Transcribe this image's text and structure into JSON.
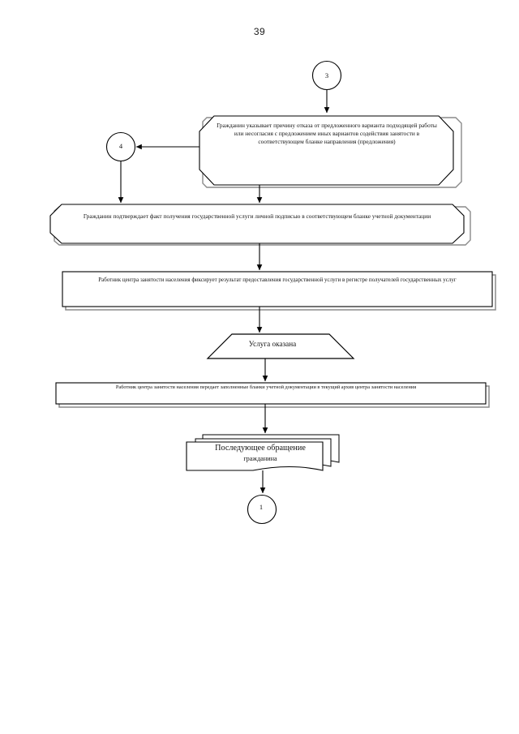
{
  "page": {
    "number": "39"
  },
  "diagram": {
    "type": "flowchart",
    "orientation": "top-to-bottom",
    "nodes": [
      {
        "id": "connector-3",
        "shape": "circle",
        "label": "3",
        "role": "off-page-connector-in"
      },
      {
        "id": "step-refusal-reason",
        "shape": "octagon",
        "text": "Гражданин указывает причину отказа от предложенного варианта подходящей работы или несогласия с предложением иных вариантов содействия занятости в соответствующем бланке направления (предложения)"
      },
      {
        "id": "connector-4",
        "shape": "circle",
        "label": "4",
        "role": "off-page-connector-out"
      },
      {
        "id": "step-confirm-receipt",
        "shape": "octagon",
        "text": "Гражданин подтверждает факт получения государственной услуги  личной подписью в соответствующем бланке учетной документации"
      },
      {
        "id": "step-register-result",
        "shape": "rectangle",
        "text": "Работник центра занятости населения фиксирует результат предоставления государственной услуги в регистре получателей государственных услуг"
      },
      {
        "id": "state-service-rendered",
        "shape": "trapezoid",
        "text": "Услуга оказана"
      },
      {
        "id": "step-transfer-to-archive",
        "shape": "rectangle",
        "text": "Работник центра занятости населения передает заполненные бланки учетной документации в текущий архив центра занятости населения"
      },
      {
        "id": "step-subsequent-request",
        "shape": "multi-document",
        "title": "Последующее обращение",
        "subtitle": "гражданина"
      },
      {
        "id": "connector-1",
        "shape": "circle",
        "label": "1",
        "role": "off-page-connector-out"
      }
    ],
    "edges": [
      {
        "from": "connector-3",
        "to": "step-refusal-reason",
        "arrow": "down"
      },
      {
        "from": "step-refusal-reason",
        "to": "connector-4",
        "arrow": "left"
      },
      {
        "from": "connector-4",
        "to": "step-confirm-receipt",
        "arrow": "down"
      },
      {
        "from": "step-refusal-reason",
        "to": "step-confirm-receipt",
        "arrow": "down"
      },
      {
        "from": "step-confirm-receipt",
        "to": "step-register-result",
        "arrow": "down"
      },
      {
        "from": "step-register-result",
        "to": "state-service-rendered",
        "arrow": "down"
      },
      {
        "from": "state-service-rendered",
        "to": "step-transfer-to-archive",
        "arrow": "down"
      },
      {
        "from": "step-transfer-to-archive",
        "to": "step-subsequent-request",
        "arrow": "down"
      },
      {
        "from": "step-subsequent-request",
        "to": "connector-1",
        "arrow": "down"
      }
    ],
    "colors": {
      "stroke": "#000000",
      "fill": "#ffffff",
      "shadow": "#808080",
      "text": "#111111"
    }
  }
}
